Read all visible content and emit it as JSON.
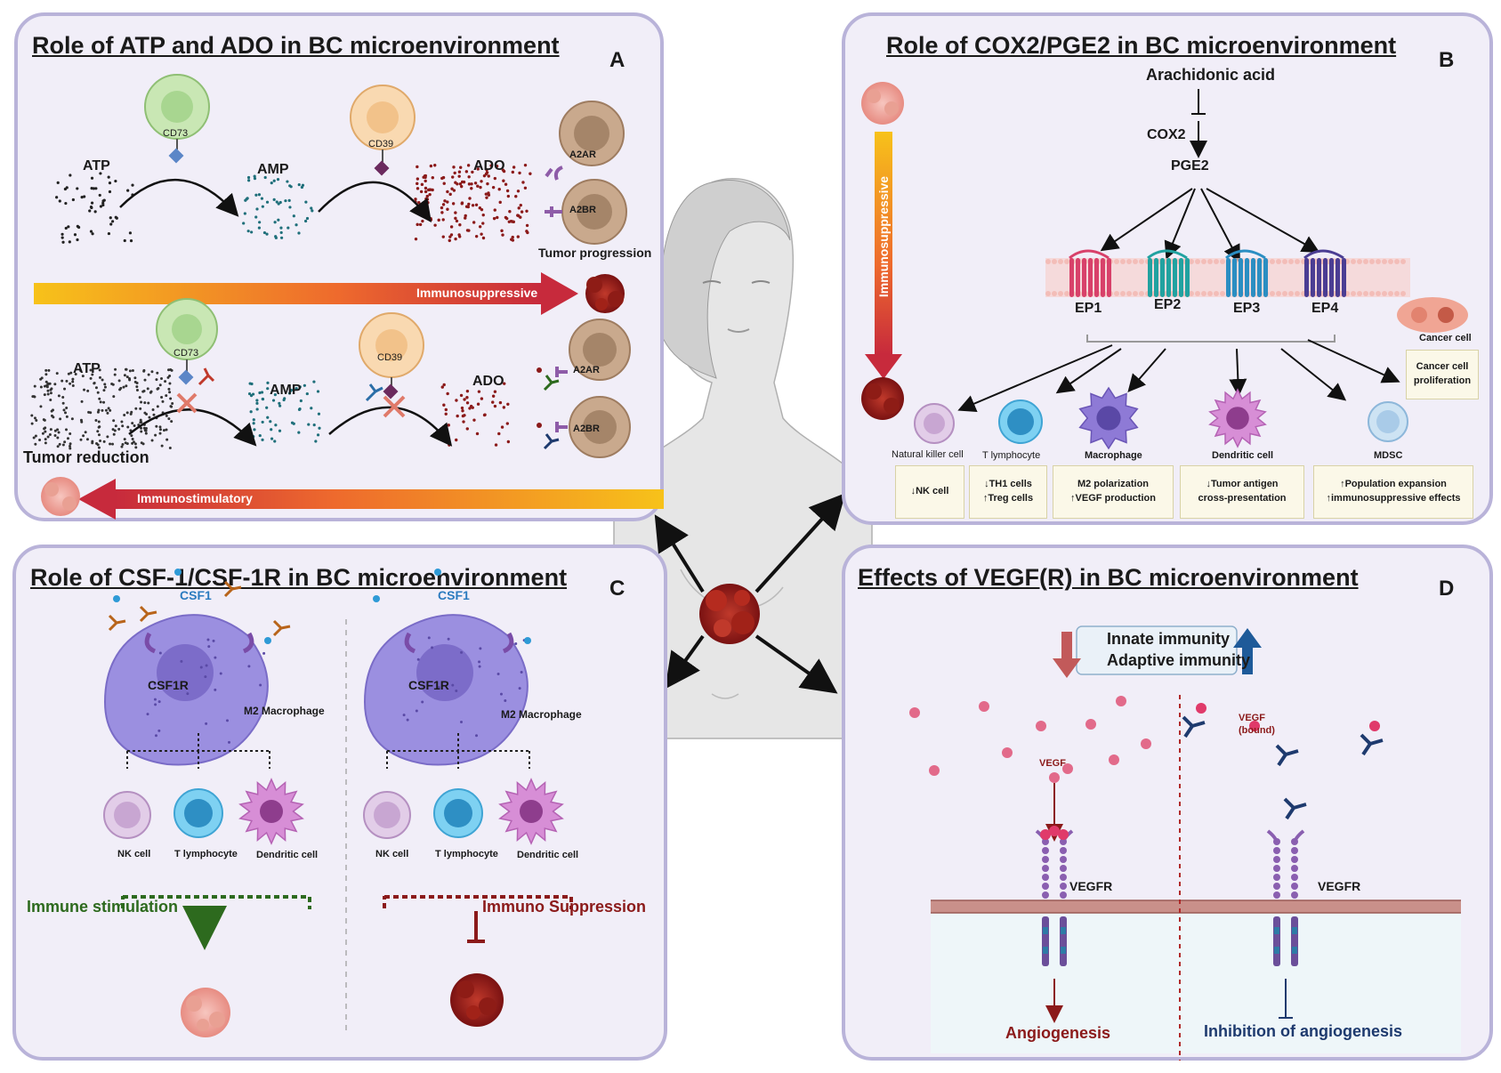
{
  "panel_a": {
    "title": "Role of ATP and ADO in BC  microenvironment",
    "letter": "A",
    "top": {
      "atp": "ATP",
      "amp": "AMP",
      "ado": "ADO",
      "cd73": "CD73",
      "cd39": "CD39",
      "a2ar": "A2AR",
      "a2br": "A2BR",
      "outcome": "Tumor progression",
      "bar": "Immunosuppressive"
    },
    "bottom": {
      "atp": "ATP",
      "amp": "AMP",
      "ado": "ADO",
      "cd73": "CD73",
      "cd39": "CD39",
      "a2ar": "A2AR",
      "a2br": "A2BR",
      "outcome": "Tumor reduction",
      "bar": "Immunostimulatory"
    }
  },
  "panel_b": {
    "title": "Role of COX2/PGE2  in BC  microenvironment",
    "letter": "B",
    "arachidonic": "Arachidonic acid",
    "cox2": "COX2",
    "pge2": "PGE2",
    "receptors": [
      "EP1",
      "EP2",
      "EP3",
      "EP4"
    ],
    "side_bar": "Immunosuppressive",
    "cancer_cell": "Cancer cell",
    "cancer_box": [
      "Cancer cell",
      "proliferation"
    ],
    "cells": [
      {
        "name": "Natural killer cell",
        "effect": [
          "↓NK  cell"
        ]
      },
      {
        "name": "T lymphocyte",
        "effect": [
          "↓TH1 cells",
          "↑Treg cells"
        ]
      },
      {
        "name": "Macrophage",
        "effect": [
          "M2 polarization",
          "↑VEGF production"
        ]
      },
      {
        "name": "Dendritic cell",
        "effect": [
          "↓Tumor antigen",
          "cross-presentation"
        ]
      },
      {
        "name": "MDSC",
        "effect": [
          "↑Population expansion",
          "↑immunosuppressive effects"
        ]
      }
    ]
  },
  "panel_c": {
    "title": "Role of CSF-1/CSF-1R  in BC  microenvironment",
    "letter": "C",
    "left": {
      "csf1": "CSF1",
      "csf1r": "CSF1R",
      "macrophage": "M2 Macrophage",
      "nk": "NK cell",
      "t": "T lymphocyte",
      "dc": "Dendritic cell",
      "outcome": "Immune stimulation"
    },
    "right": {
      "csf1": "CSF1",
      "csf1r": "CSF1R",
      "macrophage": "M2 Macrophage",
      "nk": "NK cell",
      "t": "T lymphocyte",
      "dc": "Dendritic cell",
      "outcome": "Immuno Suppression"
    }
  },
  "panel_d": {
    "title": "Effects of VEGF(R) in BC  microenvironment",
    "letter": "D",
    "immunity": [
      "Innate immunity",
      "Adaptive immunity"
    ],
    "left": {
      "vegf": "VEGF",
      "vegfr": "VEGFR",
      "outcome": "Angiogenesis"
    },
    "right": {
      "vegf_bound": [
        "VEGF",
        "(bound)"
      ],
      "vegfr": "VEGFR",
      "outcome": "Inhibition of angiogenesis"
    }
  },
  "colors": {
    "panel_bg": "#f1eef8",
    "panel_border": "#b9b3d9",
    "dark_red": "#8b1a1a",
    "green": "#2d6a1e",
    "navy": "#1e3a6e"
  }
}
